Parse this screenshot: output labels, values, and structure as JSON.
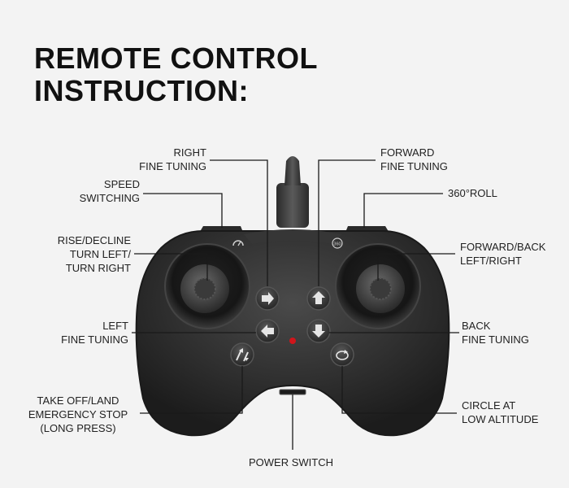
{
  "title": {
    "line1": "REMOTE CONTROL",
    "line2": "INSTRUCTION:"
  },
  "labels": {
    "right_fine_tuning": [
      "RIGHT",
      "FINE TUNING"
    ],
    "forward_fine_tuning": [
      "FORWARD",
      "FINE TUNING"
    ],
    "speed_switching": [
      "SPEED",
      "SWITCHING"
    ],
    "roll_360": [
      "360°ROLL"
    ],
    "rise_decline": [
      "RISE/DECLINE",
      "TURN LEFT/",
      "TURN RIGHT"
    ],
    "forward_back": [
      "FORWARD/BACK",
      "LEFT/RIGHT"
    ],
    "left_fine_tuning": [
      "LEFT",
      "FINE TUNING"
    ],
    "back_fine_tuning": [
      "BACK",
      "FINE TUNING"
    ],
    "takeoff_land": [
      "TAKE OFF/LAND",
      "EMERGENCY STOP",
      "(LONG PRESS)"
    ],
    "circle_low": [
      "CIRCLE AT",
      "LOW ALTITUDE"
    ],
    "power_switch": [
      "POWER SWITCH"
    ]
  },
  "colors": {
    "body": "#2e2e2e",
    "accent_led": "#d0151b",
    "button_face": "#3d3d3d"
  }
}
